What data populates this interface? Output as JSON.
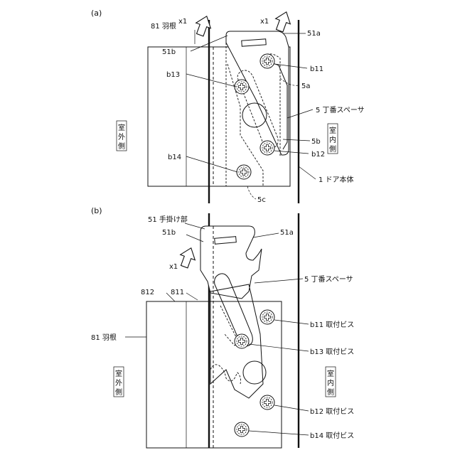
{
  "panel_a": {
    "label": "(a)",
    "callouts": {
      "wing": "81 羽根",
      "x1_left": "x1",
      "x1_right": "x1",
      "p51a": "51a",
      "p51b": "51b",
      "b11": "b11",
      "b13": "b13",
      "p5a": "5a",
      "spacer": "5 丁番スペーサ",
      "p5b": "5b",
      "b12": "b12",
      "b14": "b14",
      "door": "1 ドア本体",
      "p5c": "5c"
    },
    "side_outdoor": [
      "室",
      "外",
      "側"
    ],
    "side_indoor": [
      "室",
      "内",
      "側"
    ]
  },
  "panel_b": {
    "label": "(b)",
    "callouts": {
      "grip": "51 手掛け部",
      "p51b": "51b",
      "p51a": "51a",
      "x1": "x1",
      "spacer": "5 丁番スペーサ",
      "p812": "812",
      "p811": "811",
      "wing": "81 羽根",
      "b11": "b11 取付ビス",
      "b13": "b13 取付ビス",
      "b12": "b12 取付ビス",
      "b14": "b14 取付ビス"
    },
    "side_outdoor": [
      "室",
      "外",
      "側"
    ],
    "side_indoor": [
      "室",
      "内",
      "側"
    ]
  }
}
